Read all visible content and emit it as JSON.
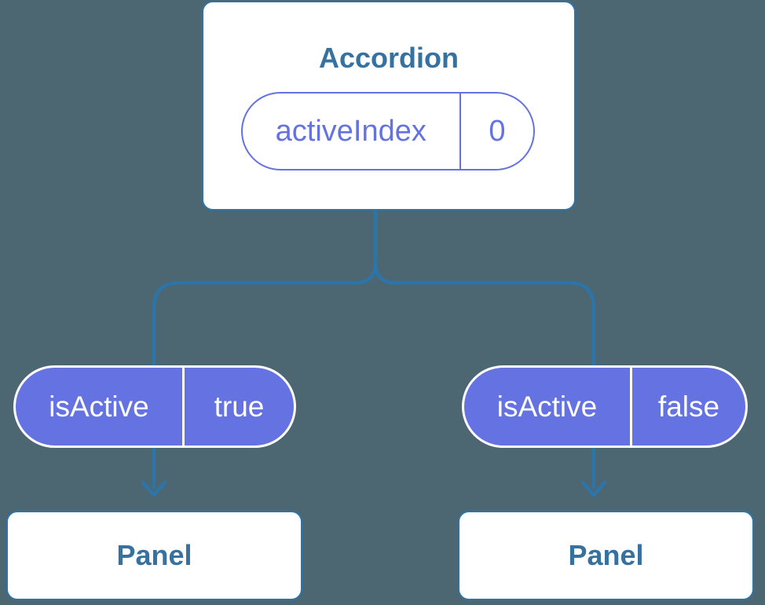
{
  "theme": {
    "bg": "#4C6771",
    "line": "#2D74A9",
    "text": "#36719F",
    "purple": "#6572E2",
    "pill-text": "#FFFFFF"
  },
  "accordion": {
    "title": "Accordion",
    "state": {
      "name": "activeIndex",
      "value": "0"
    }
  },
  "props": [
    {
      "name": "isActive",
      "value": "true"
    },
    {
      "name": "isActive",
      "value": "false"
    }
  ],
  "panels": [
    {
      "label": "Panel"
    },
    {
      "label": "Panel"
    }
  ]
}
